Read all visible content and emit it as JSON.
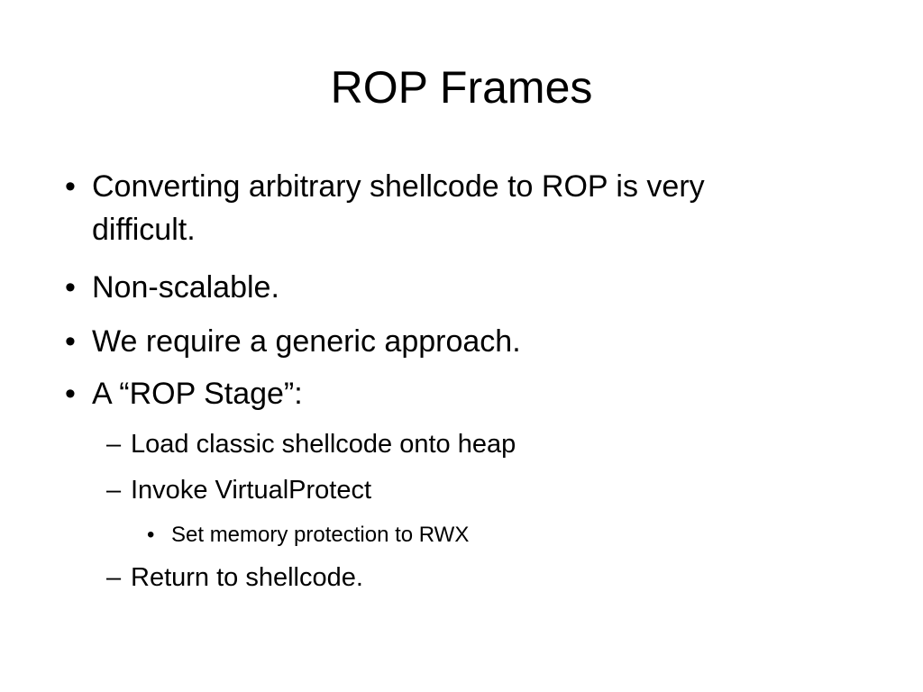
{
  "title": "ROP Frames",
  "bullets": [
    "Converting arbitrary shellcode to ROP is very",
    "difficult.",
    "Non-scalable.",
    "We require a generic approach.",
    "A “ROP Stage”:",
    "Load classic shellcode onto heap",
    "Invoke VirtualProtect",
    "Set memory protection to RWX",
    "Return to shellcode."
  ],
  "markers": {
    "bullet": "•",
    "dash": "–"
  }
}
